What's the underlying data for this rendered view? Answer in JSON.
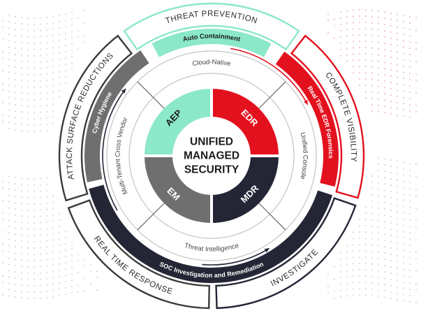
{
  "center": {
    "line1": "UNIFIED",
    "line2": "MANAGED",
    "line3": "SECURITY"
  },
  "core": [
    {
      "id": "aep",
      "label": "AEP",
      "color": "#8be8c8",
      "text_color": "#1a1a1a"
    },
    {
      "id": "edr",
      "label": "EDR",
      "color": "#e3111e",
      "text_color": "#ffffff"
    },
    {
      "id": "mdr",
      "label": "MDR",
      "color": "#242636",
      "text_color": "#ffffff"
    },
    {
      "id": "em",
      "label": "EM",
      "color": "#6f6f6f",
      "text_color": "#ffffff"
    }
  ],
  "ring_labels": {
    "top": "Cloud-Native",
    "right": "Unified Console",
    "bottom": "Threat Intelligence",
    "left": "Multi-Tenant Cross Vendor"
  },
  "bands": {
    "auto_containment": "Auto Containment",
    "real_time_edr_forensics": "Real Time EDR Forensics",
    "soc_investigation": "SOC Investigation and Remediation",
    "cyber_hygiene": "Cyber Hygiene"
  },
  "outer": {
    "top": "THREAT PREVENTION",
    "right": "COMPLETE VISIBILITY",
    "bottom_right": "INVESTIGATE",
    "bottom_left": "REAL TIME RESPONSE",
    "left": "ATTACK SURFACE REDUCTIONS"
  },
  "colors": {
    "mint": "#8be8c8",
    "red": "#e3111e",
    "navy": "#242636",
    "gray": "#6f6f6f",
    "outline": "#3a3a3a"
  }
}
